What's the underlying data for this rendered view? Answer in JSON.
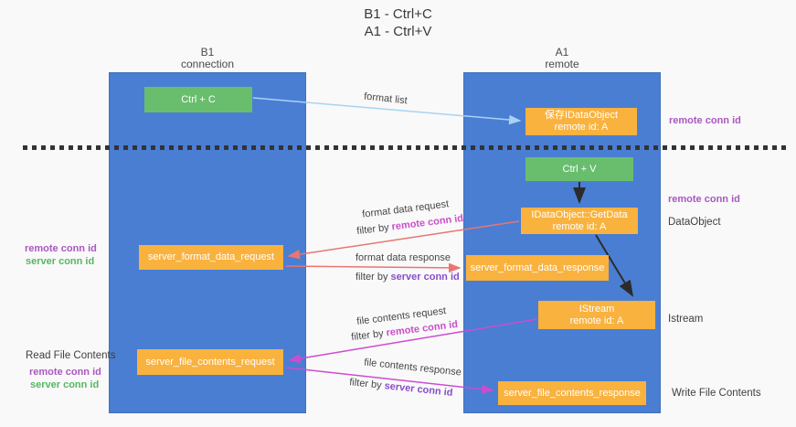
{
  "title": {
    "line1": "B1 - Ctrl+C",
    "line2": "A1 - Ctrl+V"
  },
  "lifelines": {
    "b1": {
      "name": "B1",
      "subtitle": "connection"
    },
    "a1": {
      "name": "A1",
      "subtitle": "remote"
    }
  },
  "boxes": {
    "ctrl_c": {
      "label": "Ctrl + C"
    },
    "save_idataobject": {
      "line1": "保存IDataObject",
      "line2": "remote id: A"
    },
    "ctrl_v": {
      "label": "Ctrl + V"
    },
    "idataobject_getdata": {
      "line1": "IDataObject::GetData",
      "line2": "remote id: A"
    },
    "server_format_data_request": {
      "label": "server_format_data_request"
    },
    "server_format_data_response": {
      "label": "server_format_data_response"
    },
    "istream": {
      "line1": "IStream",
      "line2": "remote id: A"
    },
    "server_file_contents_request": {
      "label": "server_file_contents_request"
    },
    "server_file_contents_response": {
      "label": "server_file_contents_response"
    }
  },
  "flows": {
    "format_list": {
      "label": "format list"
    },
    "format_data_request": {
      "label": "format data request",
      "filter_prefix": "filter by",
      "filter_key": "remote conn id"
    },
    "format_data_response": {
      "label": "format data response",
      "filter_prefix": "filter by",
      "filter_key": "server conn id"
    },
    "file_contents_request": {
      "label": "file contents request",
      "filter_prefix": "filter by",
      "filter_key": "remote conn id"
    },
    "file_contents_response": {
      "label": "file contents response",
      "filter_prefix": "filter by",
      "filter_key": "server conn id"
    }
  },
  "left_annotations": {
    "format_remote": "remote conn id",
    "format_server": "server conn id",
    "read_file_title": "Read File Contents",
    "file_remote": "remote conn id",
    "file_server": "server conn id"
  },
  "right_annotations": {
    "top_remote": "remote conn id",
    "mid_remote": "remote conn id",
    "dataobject": "DataObject",
    "istream": "Istream",
    "write_file": "Write File Contents"
  },
  "colors": {
    "column_blue": "#4a7ed3",
    "box_orange": "#f9b23e",
    "box_green": "#69be6e",
    "arrow_light_blue": "#a8d3f2",
    "arrow_black": "#2b2b2b",
    "arrow_red": "#e87672",
    "arrow_magenta": "#cc4ccf",
    "text_magenta": "#c94fc9",
    "text_violet": "#8a4ec9",
    "text_purple": "#a958c0",
    "text_green": "#57b663"
  }
}
